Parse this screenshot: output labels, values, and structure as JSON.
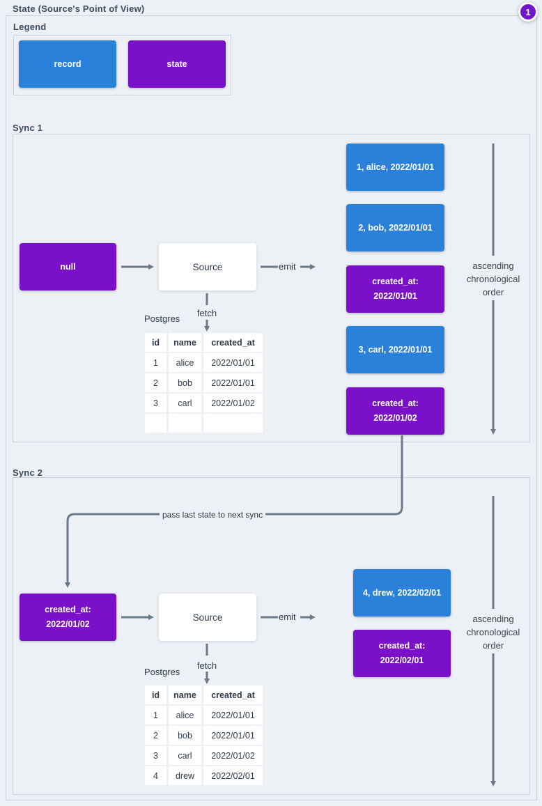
{
  "title": "State (Source's Point of View)",
  "badge_label": "1",
  "colors": {
    "record_blue": "#2b80d9",
    "state_purple": "#7a11c9",
    "arrow_gray": "#6b7988",
    "canvas_background": "#edf1f5",
    "panel_border": "#c9d1dc",
    "badge_purple": "#7315cd"
  },
  "legend": {
    "label": "Legend",
    "items": [
      {
        "type": "record",
        "label": "record"
      },
      {
        "type": "state",
        "label": "state"
      }
    ]
  },
  "connector_label": "pass last state to next sync",
  "sync1": {
    "label": "Sync 1",
    "input_state": "null",
    "source_label": "Source",
    "emit_label": "emit",
    "fetch_label": "fetch",
    "db_label": "Postgres",
    "order_note": "ascending\nchronological\norder",
    "outputs": [
      {
        "type": "record",
        "text": "1, alice, 2022/01/01"
      },
      {
        "type": "record",
        "text": "2, bob, 2022/01/01"
      },
      {
        "type": "state",
        "text": "created_at:\n2022/01/01"
      },
      {
        "type": "record",
        "text": "3, carl, 2022/01/01"
      },
      {
        "type": "state",
        "text": "created_at:\n2022/01/02"
      }
    ],
    "table": {
      "headers": [
        "id",
        "name",
        "created_at"
      ],
      "rows": [
        [
          "1",
          "alice",
          "2022/01/01"
        ],
        [
          "2",
          "bob",
          "2022/01/01"
        ],
        [
          "3",
          "carl",
          "2022/01/02"
        ],
        [
          "",
          "",
          ""
        ]
      ]
    }
  },
  "sync2": {
    "label": "Sync 2",
    "input_state": "created_at:\n2022/01/02",
    "source_label": "Source",
    "emit_label": "emit",
    "fetch_label": "fetch",
    "db_label": "Postgres",
    "order_note": "ascending\nchronological\norder",
    "outputs": [
      {
        "type": "record",
        "text": "4, drew, 2022/02/01"
      },
      {
        "type": "state",
        "text": "created_at:\n2022/02/01"
      }
    ],
    "table": {
      "headers": [
        "id",
        "name",
        "created_at"
      ],
      "rows": [
        [
          "1",
          "alice",
          "2022/01/01"
        ],
        [
          "2",
          "bob",
          "2022/01/01"
        ],
        [
          "3",
          "carl",
          "2022/01/02"
        ],
        [
          "4",
          "drew",
          "2022/02/01"
        ]
      ]
    }
  }
}
